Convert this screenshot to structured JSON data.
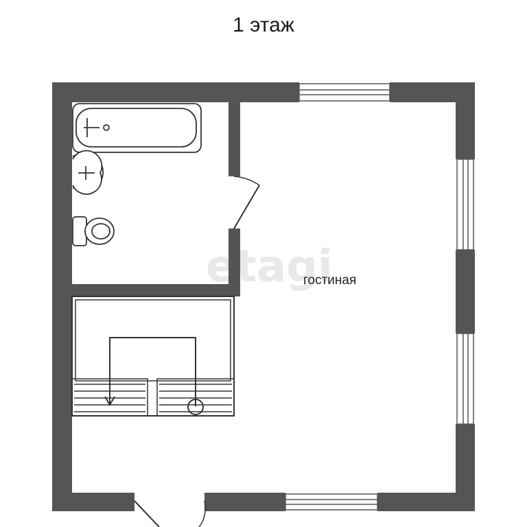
{
  "plan": {
    "title": "1 этаж",
    "watermark": "etagi",
    "rooms": [
      {
        "label": "гостиная"
      }
    ],
    "colors": {
      "wall": "#555555",
      "line": "#333333",
      "background": "#ffffff"
    }
  }
}
